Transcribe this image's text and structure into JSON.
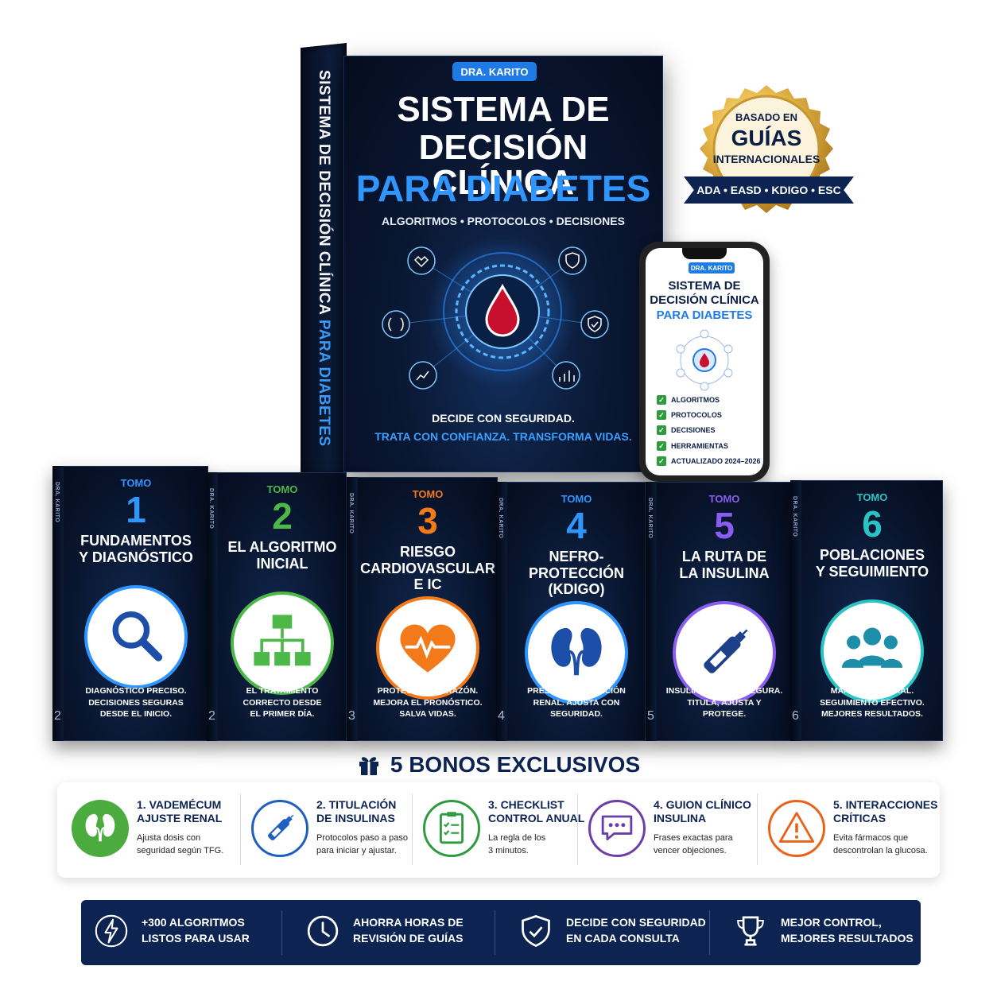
{
  "main_book": {
    "spine_text": "SISTEMA DE DECISIÓN CLÍNICA",
    "spine_highlight": "PARA DIABETES",
    "author": "DRA. KARITO",
    "title_line1": "SISTEMA DE",
    "title_line2": "DECISIÓN CLÍNICA",
    "title_line3": "PARA DIABETES",
    "subtitle": "ALGORITMOS • PROTOCOLOS • DECISIONES",
    "tagline1": "DECIDE CON SEGURIDAD.",
    "tagline2": "TRATA CON CONFIANZA. TRANSFORMA VIDAS."
  },
  "seal": {
    "line1": "BASADO EN",
    "line2": "GUÍAS",
    "line3": "INTERNACIONALES",
    "ribbon": "ADA • EASD • KDIGO • ESC"
  },
  "phone": {
    "author": "DRA. KARITO",
    "title_line1": "SISTEMA DE",
    "title_line2": "DECISIÓN CLÍNICA",
    "title_line3": "PARA DIABETES",
    "items": [
      "ALGORITMOS",
      "PROTOCOLOS",
      "DECISIONES",
      "HERRAMIENTAS",
      "ACTUALIZADO 2024–2026"
    ]
  },
  "tomes": [
    {
      "label": "TOMO",
      "number": "1",
      "title1": "FUNDAMENTOS",
      "title2": "Y DIAGNÓSTICO",
      "title3": "",
      "desc1": "DIAGNÓSTICO PRECISO.",
      "desc2": "DECISIONES SEGURAS",
      "desc3": "DESDE EL INICIO.",
      "spine_author": "DRA. KARITO",
      "spine_number": "2",
      "color": "#2f95ff",
      "icon": "magnifier-icon"
    },
    {
      "label": "TOMO",
      "number": "2",
      "title1": "EL ALGORITMO",
      "title2": "INICIAL",
      "title3": "",
      "desc1": "EL TRATAMIENTO",
      "desc2": "CORRECTO DESDE",
      "desc3": "EL PRIMER DÍA.",
      "spine_author": "DRA. KARITO",
      "spine_number": "2",
      "color": "#4cb848",
      "icon": "flowchart-icon"
    },
    {
      "label": "TOMO",
      "number": "3",
      "title1": "RIESGO",
      "title2": "CARDIOVASCULAR",
      "title3": "E IC",
      "desc1": "PROTEGE EL CORAZÓN.",
      "desc2": "MEJORA EL PRONÓSTICO.",
      "desc3": "SALVA VIDAS.",
      "spine_author": "DRA. KARITO",
      "spine_number": "3",
      "color": "#f27a1a",
      "icon": "heart-pulse-icon"
    },
    {
      "label": "TOMO",
      "number": "4",
      "title1": "NEFRO-PROTECCIÓN",
      "title2": "(KDIGO)",
      "title3": "",
      "desc1": "PRESERVA LA FUNCIÓN",
      "desc2": "RENAL. AJUSTA CON",
      "desc3": "SEGURIDAD.",
      "spine_author": "DRA. KARITO",
      "spine_number": "4",
      "color": "#2f95ff",
      "icon": "kidneys-icon"
    },
    {
      "label": "TOMO",
      "number": "5",
      "title1": "LA RUTA DE",
      "title2": "LA INSULINA",
      "title3": "",
      "desc1": "INSULINOTERAPIA SEGURA.",
      "desc2": "TITULA, AJUSTA Y",
      "desc3": "PROTEGE.",
      "spine_author": "DRA. KARITO",
      "spine_number": "5",
      "color": "#8a5cf0",
      "icon": "insulin-pen-icon"
    },
    {
      "label": "TOMO",
      "number": "6",
      "title1": "POBLACIONES",
      "title2": "Y SEGUIMIENTO",
      "title3": "",
      "desc1": "MANEJO INTEGRAL.",
      "desc2": "SEGUIMIENTO EFECTIVO.",
      "desc3": "MEJORES RESULTADOS.",
      "spine_author": "DRA. KARITO",
      "spine_number": "6",
      "color": "#2bc4c4",
      "icon": "people-group-icon"
    }
  ],
  "bonos": {
    "title": "5 BONOS EXCLUSIVOS",
    "items": [
      {
        "title1": "1. VADEMÉCUM",
        "title2": "AJUSTE RENAL",
        "desc1": "Ajusta dosis con",
        "desc2": "seguridad según TFG.",
        "color": "#4cab3f",
        "icon": "kidneys-icon"
      },
      {
        "title1": "2. TITULACIÓN",
        "title2": "DE INSULINAS",
        "desc1": "Protocolos paso a paso",
        "desc2": "para iniciar y ajustar.",
        "color": "#1e5fbf",
        "icon": "insulin-pen-icon"
      },
      {
        "title1": "3. CHECKLIST",
        "title2": "CONTROL ANUAL",
        "desc1": "La regla de los",
        "desc2": "3 minutos.",
        "color": "#2e9b3e",
        "icon": "clipboard-check-icon"
      },
      {
        "title1": "4. GUION CLÍNICO",
        "title2": "INSULINA",
        "desc1": "Frases exactas para",
        "desc2": "vencer objeciones.",
        "color": "#6b3fa8",
        "icon": "chat-bubble-icon"
      },
      {
        "title1": "5. INTERACCIONES",
        "title2": "CRÍTICAS",
        "desc1": "Evita fármacos que",
        "desc2": "descontrolan la glucosa.",
        "color": "#e8621a",
        "icon": "warning-icon"
      }
    ]
  },
  "benefits": [
    {
      "line1": "+300 ALGORITMOS",
      "line2": "LISTOS PARA USAR",
      "icon": "lightning-icon"
    },
    {
      "line1": "AHORRA HORAS DE",
      "line2": "REVISIÓN DE GUÍAS",
      "icon": "clock-icon"
    },
    {
      "line1": "DECIDE CON SEGURIDAD",
      "line2": "EN CADA CONSULTA",
      "icon": "shield-check-icon"
    },
    {
      "line1": "MEJOR CONTROL,",
      "line2": "MEJORES RESULTADOS",
      "icon": "trophy-icon"
    }
  ],
  "colors": {
    "navy": "#0d2352",
    "accent_blue": "#2f95ff",
    "gold": "#d9a630"
  }
}
